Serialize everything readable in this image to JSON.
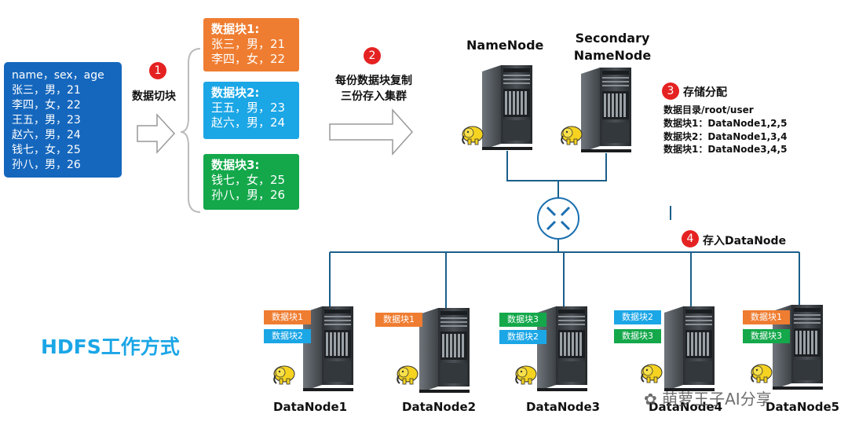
{
  "source_table": {
    "header": "name，sex，age",
    "rows": [
      "张三，男，21",
      "李四，女，22",
      "王五，男，23",
      "赵六，男，24",
      "钱七，女，25",
      "孙八，男，26"
    ]
  },
  "steps": {
    "step1": {
      "number": "1",
      "label": "数据切块"
    },
    "step2": {
      "number": "2",
      "label_line1": "每份数据块复制",
      "label_line2": "三份存入集群"
    },
    "step3": {
      "number": "3",
      "label": "存储分配"
    },
    "step4": {
      "number": "4",
      "label": "存入DataNode"
    }
  },
  "blocks": [
    {
      "title": "数据块1:",
      "rows": [
        "张三，男，21",
        "李四，女，22"
      ],
      "color": "#ef7d31"
    },
    {
      "title": "数据块2:",
      "rows": [
        "王五，男，23",
        "赵六，男，24"
      ],
      "color": "#1ba6e6"
    },
    {
      "title": "数据块3:",
      "rows": [
        "钱七，女，25",
        "孙八，男，26"
      ],
      "color": "#14a84b"
    }
  ],
  "namenode": {
    "label": "NameNode"
  },
  "secondary": {
    "line1": "Secondary",
    "line2": "NameNode"
  },
  "storage_info": [
    "数据目录/root/user",
    "数据块1：DataNode1,2,5",
    "数据块2：DataNode1,3,4",
    "数据块1：DataNode3,4,5"
  ],
  "datanodes": [
    {
      "label": "DataNode1",
      "tags": [
        {
          "text": "数据块1",
          "color": "#ef7d31"
        },
        {
          "text": "数据块2",
          "color": "#1ba6e6"
        }
      ]
    },
    {
      "label": "DataNode2",
      "tags": [
        {
          "text": "数据块1",
          "color": "#ef7d31"
        }
      ]
    },
    {
      "label": "DataNode3",
      "tags": [
        {
          "text": "数据块3",
          "color": "#14a84b"
        },
        {
          "text": "数据块2",
          "color": "#1ba6e6"
        }
      ]
    },
    {
      "label": "DataNode4",
      "tags": [
        {
          "text": "数据块2",
          "color": "#1ba6e6"
        },
        {
          "text": "数据块3",
          "color": "#14a84b"
        }
      ]
    },
    {
      "label": "DataNode5",
      "tags": [
        {
          "text": "数据块1",
          "color": "#ef7d31"
        },
        {
          "text": "数据块3",
          "color": "#14a84b"
        }
      ]
    }
  ],
  "title": "HDFS工作方式",
  "watermark": "萌萝王子AI分享",
  "colors": {
    "network_line": "#1b5f8a",
    "router": "#1a6fb0"
  }
}
